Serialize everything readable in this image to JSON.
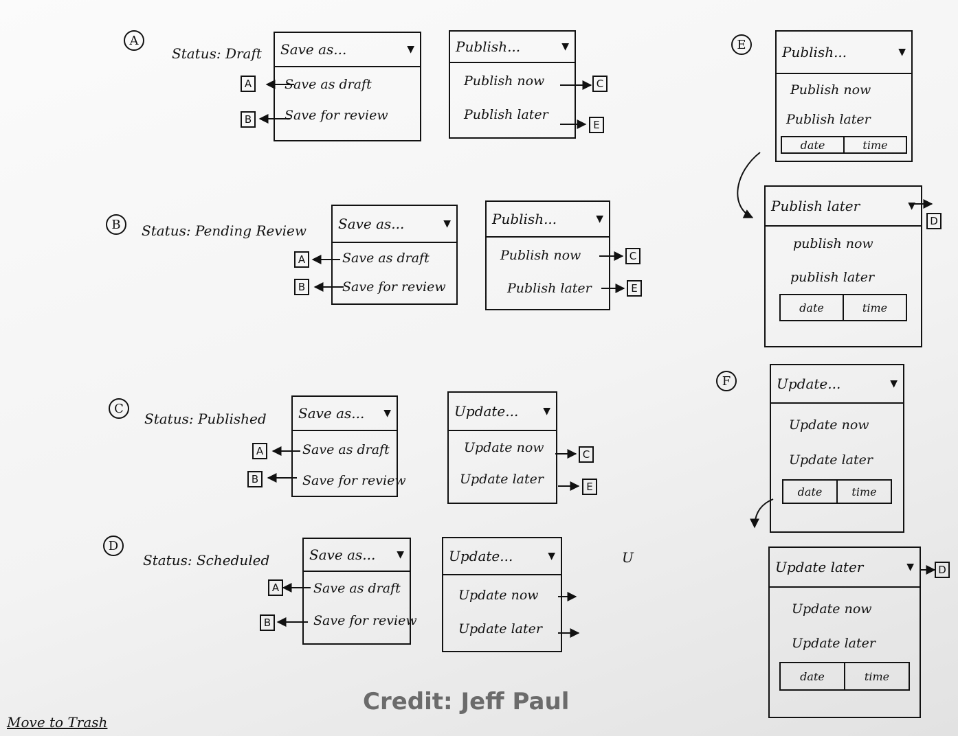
{
  "credit": "Credit: Jeff Paul",
  "trash_link": "Move to Trash",
  "stray_mark": "U",
  "states": {
    "A": {
      "label": "A",
      "status": "Status: Draft",
      "save": {
        "header": "Save as...",
        "options": [
          "Save as draft",
          "Save for review"
        ],
        "targets": [
          "A",
          "B"
        ]
      },
      "action": {
        "header": "Publish...",
        "options": [
          "Publish now",
          "Publish later"
        ],
        "targets": [
          "C",
          "E"
        ]
      }
    },
    "B": {
      "label": "B",
      "status": "Status: Pending Review",
      "save": {
        "header": "Save as...",
        "options": [
          "Save as draft",
          "Save for review"
        ],
        "targets": [
          "A",
          "B"
        ]
      },
      "action": {
        "header": "Publish...",
        "options": [
          "Publish now",
          "Publish later"
        ],
        "targets": [
          "C",
          "E"
        ]
      }
    },
    "C": {
      "label": "C",
      "status": "Status: Published",
      "save": {
        "header": "Save as...",
        "options": [
          "Save as draft",
          "Save for review"
        ],
        "targets": [
          "A",
          "B"
        ]
      },
      "action": {
        "header": "Update...",
        "options": [
          "Update now",
          "Update later"
        ],
        "targets": [
          "C",
          "E"
        ]
      }
    },
    "D": {
      "label": "D",
      "status": "Status: Scheduled",
      "save": {
        "header": "Save as...",
        "options": [
          "Save as draft",
          "Save for review"
        ],
        "targets": [
          "A",
          "B"
        ]
      },
      "action": {
        "header": "Update...",
        "options": [
          "Update now",
          "Update later"
        ]
      }
    }
  },
  "panel_E": {
    "label": "E",
    "before": {
      "header": "Publish...",
      "options": [
        "Publish now",
        "Publish later"
      ],
      "date": "date",
      "time": "time"
    },
    "after": {
      "header": "Publish later",
      "options": [
        "publish now",
        "publish later"
      ],
      "date": "date",
      "time": "time",
      "target": "D"
    }
  },
  "panel_F": {
    "label": "F",
    "before": {
      "header": "Update...",
      "options": [
        "Update now",
        "Update later"
      ],
      "date": "date",
      "time": "time"
    },
    "after": {
      "header": "Update later",
      "options": [
        "Update now",
        "Update later"
      ],
      "date": "date",
      "time": "time",
      "target": "D"
    }
  }
}
